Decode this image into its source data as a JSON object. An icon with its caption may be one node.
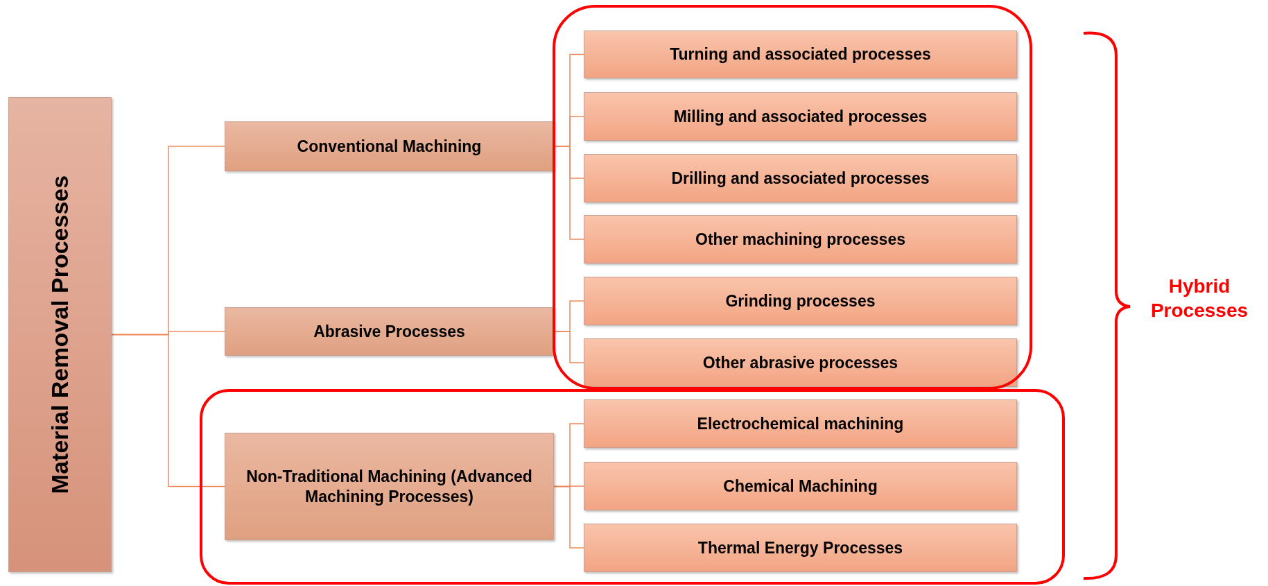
{
  "diagram": {
    "nodes": [
      {
        "text": [
          "Material Removal Processes"
        ]
      },
      {
        "text": [
          "Conventional Machining"
        ]
      },
      {
        "text": [
          "Abrasive Processes"
        ]
      },
      {
        "text": [
          "Non-Traditional Machining (Advanced Machining Processes)"
        ]
      },
      {
        "text": [
          "Turning and associated processes"
        ]
      },
      {
        "text": [
          "Milling and associated processes"
        ]
      },
      {
        "text": [
          "Drilling and associated processes"
        ]
      },
      {
        "text": [
          "Other machining processes"
        ]
      },
      {
        "text": [
          "Grinding processes"
        ]
      },
      {
        "text": [
          "Other abrasive processes"
        ]
      },
      {
        "text": [
          "Electrochemical machining"
        ]
      },
      {
        "text": [
          "Chemical Machining"
        ]
      },
      {
        "text": [
          "Thermal Energy Processes"
        ]
      }
    ],
    "edges": [
      {
        "from": 0,
        "to": 1,
        "arrow": "none"
      },
      {
        "from": 0,
        "to": 2,
        "arrow": "none"
      },
      {
        "from": 0,
        "to": 3,
        "arrow": "none"
      },
      {
        "from": 1,
        "to": 4,
        "arrow": "none"
      },
      {
        "from": 1,
        "to": 5,
        "arrow": "none"
      },
      {
        "from": 1,
        "to": 6,
        "arrow": "none"
      },
      {
        "from": 1,
        "to": 7,
        "arrow": "none"
      },
      {
        "from": 2,
        "to": 8,
        "arrow": "none"
      },
      {
        "from": 2,
        "to": 9,
        "arrow": "none"
      },
      {
        "from": 3,
        "to": 10,
        "arrow": "none"
      },
      {
        "from": 3,
        "to": 11,
        "arrow": "none"
      },
      {
        "from": 3,
        "to": 12,
        "arrow": "none"
      }
    ],
    "labels": [
      "Hybrid Processes"
    ]
  }
}
